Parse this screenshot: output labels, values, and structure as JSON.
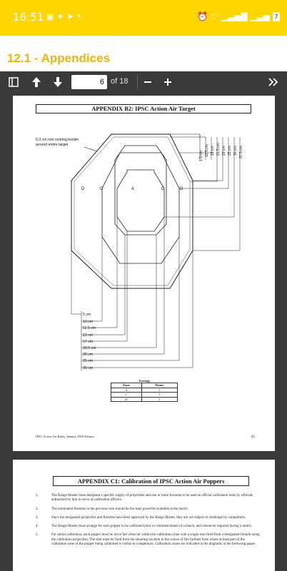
{
  "status": {
    "time": "16:51",
    "battery_level": "7"
  },
  "app": {
    "title": "12.1 - Appendices",
    "title_color": "#f5b400",
    "status_bar_color": "#ffd600"
  },
  "toolbar": {
    "current_page": "6",
    "page_total_label": "of 18"
  },
  "page1": {
    "title": "APPENDIX B2:  IPSC Action Air Target",
    "border_note_line1": "0.3 cm non scoring border",
    "border_note_line2": "around entire target",
    "zones": [
      "D",
      "C",
      "A",
      "C",
      "D"
    ],
    "top_dims": [
      "1.5 cm",
      "12.5 cm",
      "18 cm",
      "21.5 cm",
      "23 cm",
      "25 cm",
      "30 cm",
      "37.5 cm"
    ],
    "bottom_dims": [
      "5 cm",
      "10 cm",
      "11.5 cm",
      "13 cm",
      "17 cm",
      "18.5 cm",
      "20 cm",
      "25 cm",
      "30 cm"
    ],
    "scoring": {
      "caption": "Scoring",
      "headers": [
        "Zone",
        "Points"
      ],
      "rows": [
        [
          "A",
          "5"
        ],
        [
          "C",
          "3"
        ],
        [
          "D",
          "1"
        ]
      ]
    },
    "footer_left": "IPSC Action Air Rules, January 2010 Edition",
    "footer_right": "45"
  },
  "page2": {
    "title": "APPENDIX C1:  Calibration of IPSC Action Air Poppers",
    "rules": [
      {
        "num": "1.",
        "text": "The Range Master must designate a specific supply of projectiles and one or more firearms to be used as official calibration tools by officials authorized by him to serve as calibration officers."
      },
      {
        "num": "2.",
        "text": "The nominated firearms in the previous rule should be the least powerful available at the match."
      },
      {
        "num": "3.",
        "text": "Once the designated projectiles and firearms have been approved by the Range Master, they are not subject to challenge by competitors."
      },
      {
        "num": "4.",
        "text": "The Range Master must arrange for each popper to be calibrated prior to commencement of a match, and whenever required during a match."
      },
      {
        "num": "5.",
        "text": "For initial calibration, each popper must be set to fall when hit within the calibration zone with a single shot fired from a designated firearm using the calibration projectiles.  The shot must be fired from the shooting location in the course of fire furthest from where at least part of the calibration zone of the popper being calibrated is visible to competitors.  Calibration zones are indicated in the diagrams in the following pages."
      }
    ]
  }
}
